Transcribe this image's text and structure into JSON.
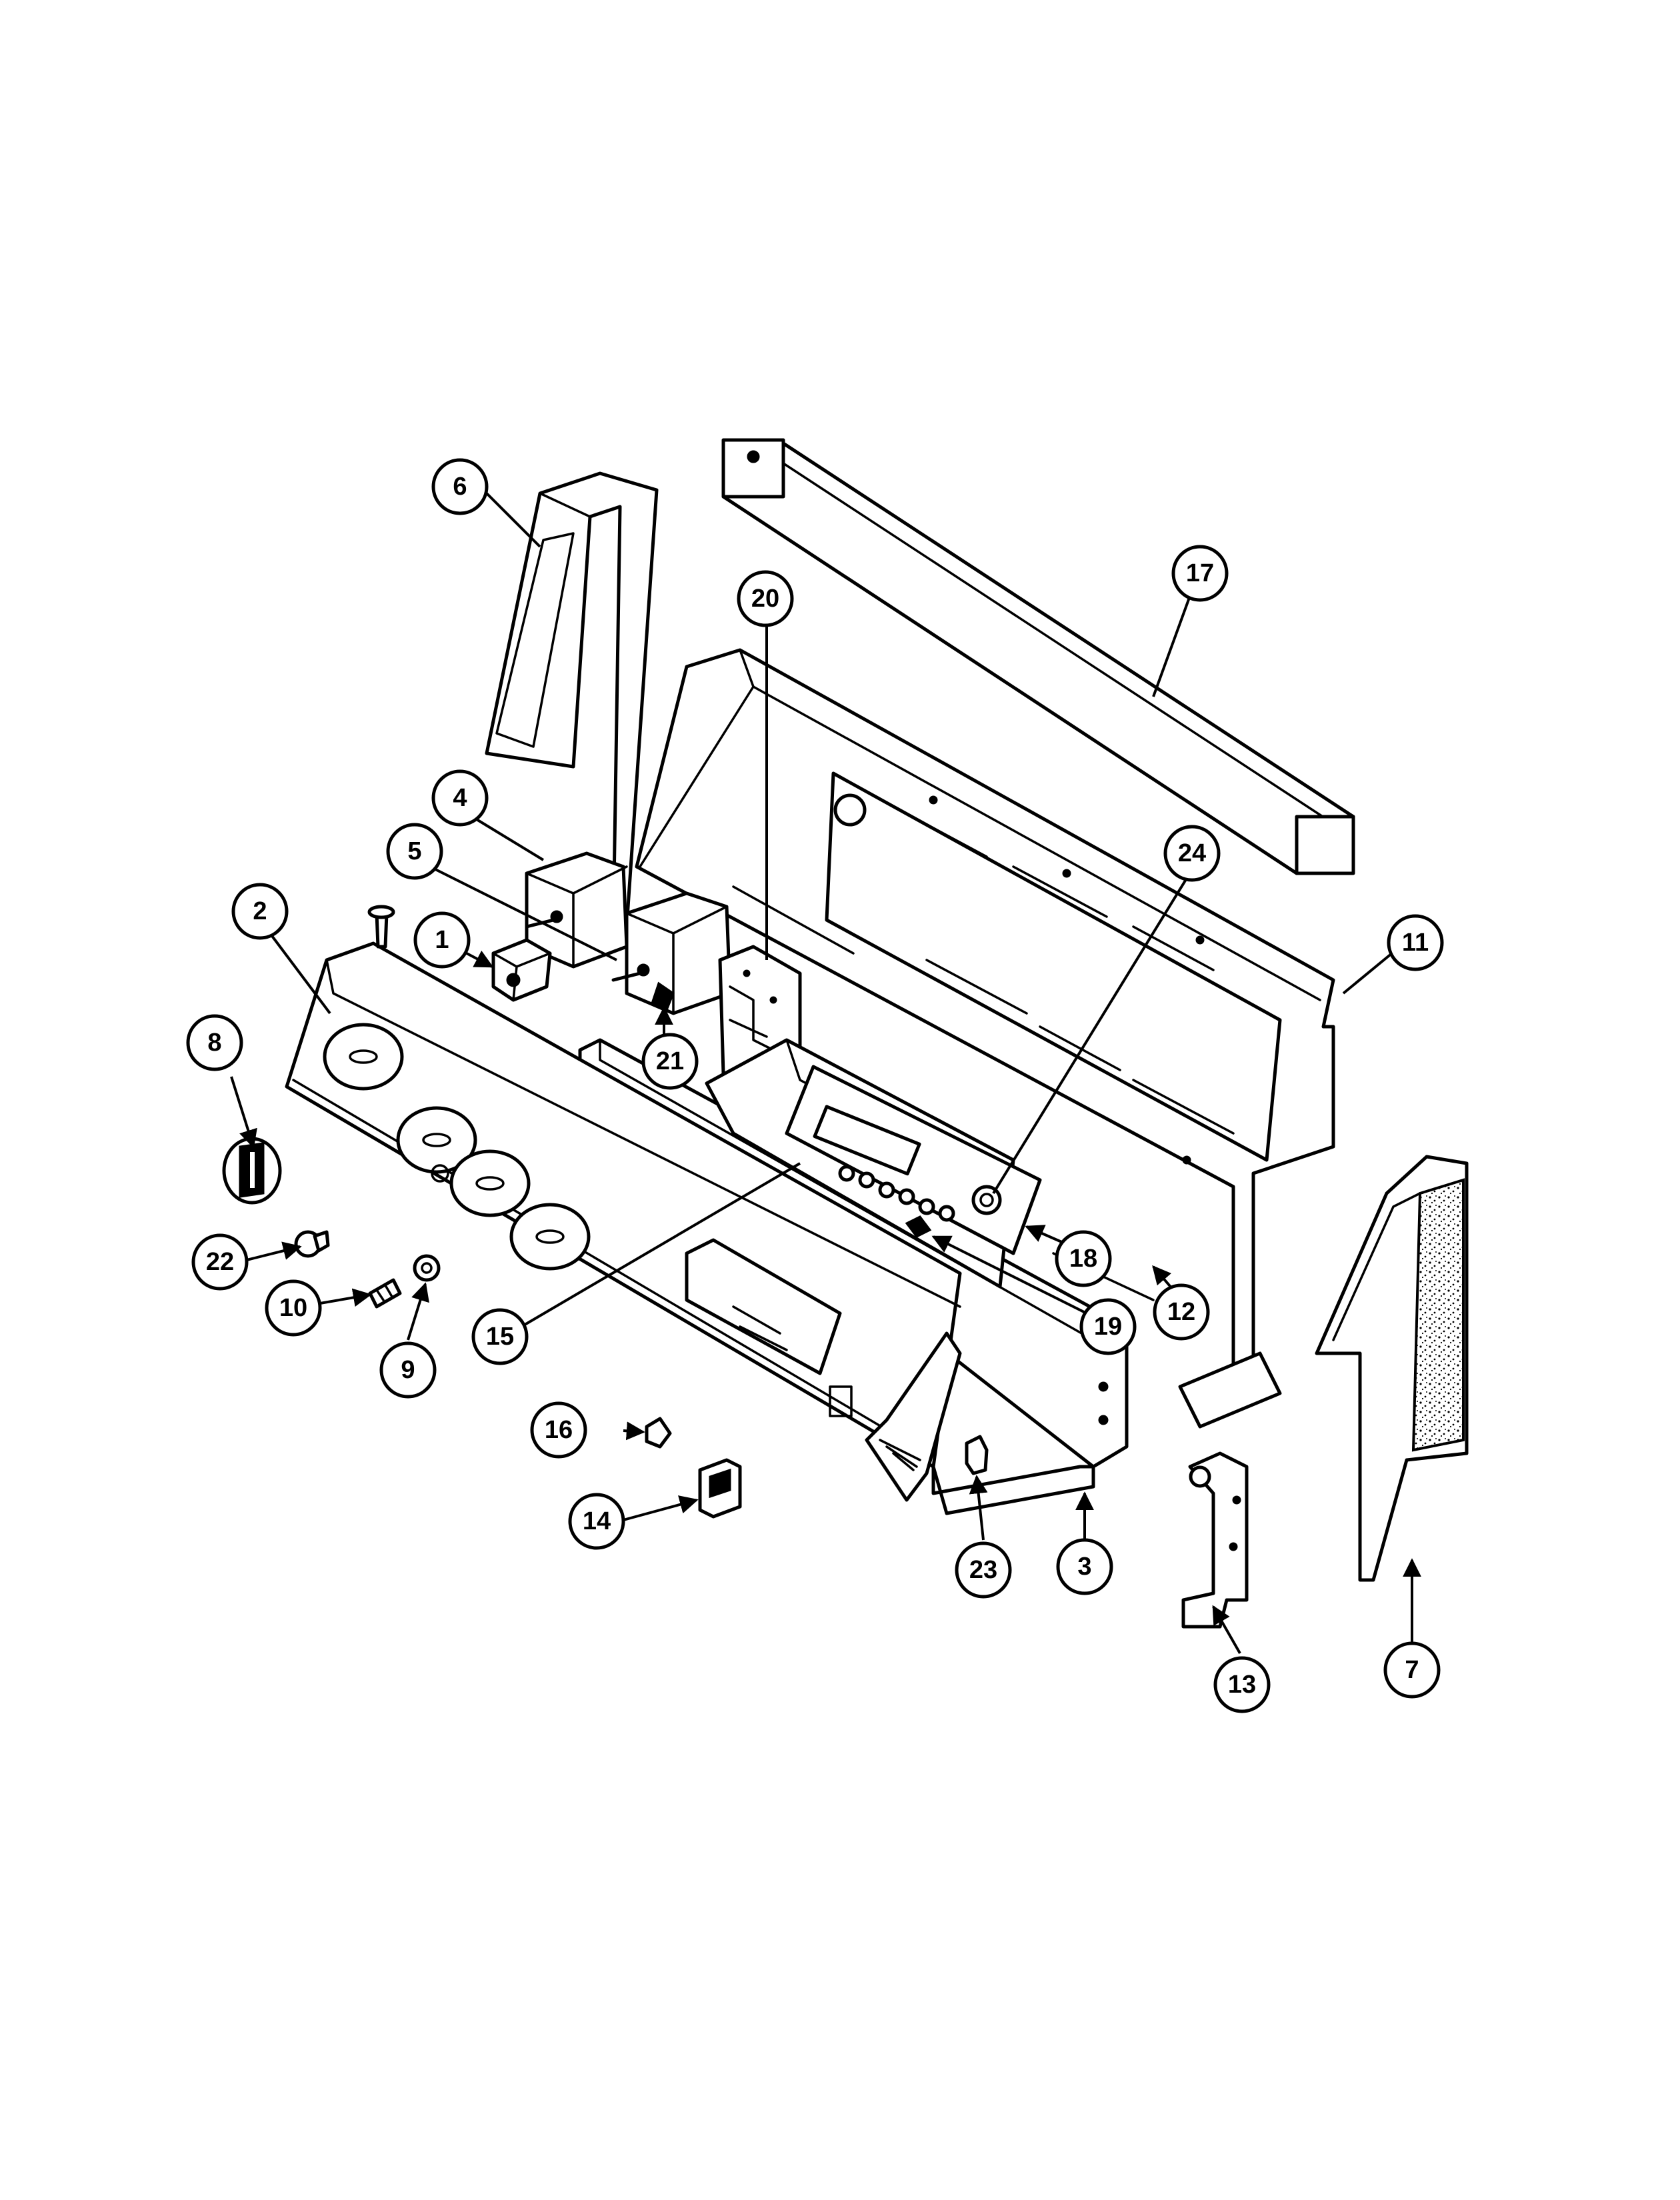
{
  "diagram": {
    "callouts": [
      {
        "label": "1"
      },
      {
        "label": "2"
      },
      {
        "label": "3"
      },
      {
        "label": "4"
      },
      {
        "label": "5"
      },
      {
        "label": "6"
      },
      {
        "label": "7"
      },
      {
        "label": "8"
      },
      {
        "label": "9"
      },
      {
        "label": "10"
      },
      {
        "label": "11"
      },
      {
        "label": "12"
      },
      {
        "label": "13"
      },
      {
        "label": "14"
      },
      {
        "label": "15"
      },
      {
        "label": "16"
      },
      {
        "label": "17"
      },
      {
        "label": "18"
      },
      {
        "label": "19"
      },
      {
        "label": "20"
      },
      {
        "label": "21"
      },
      {
        "label": "22"
      },
      {
        "label": "23"
      },
      {
        "label": "24"
      }
    ]
  },
  "colors": {
    "ink": "#000000",
    "paper": "#ffffff"
  }
}
